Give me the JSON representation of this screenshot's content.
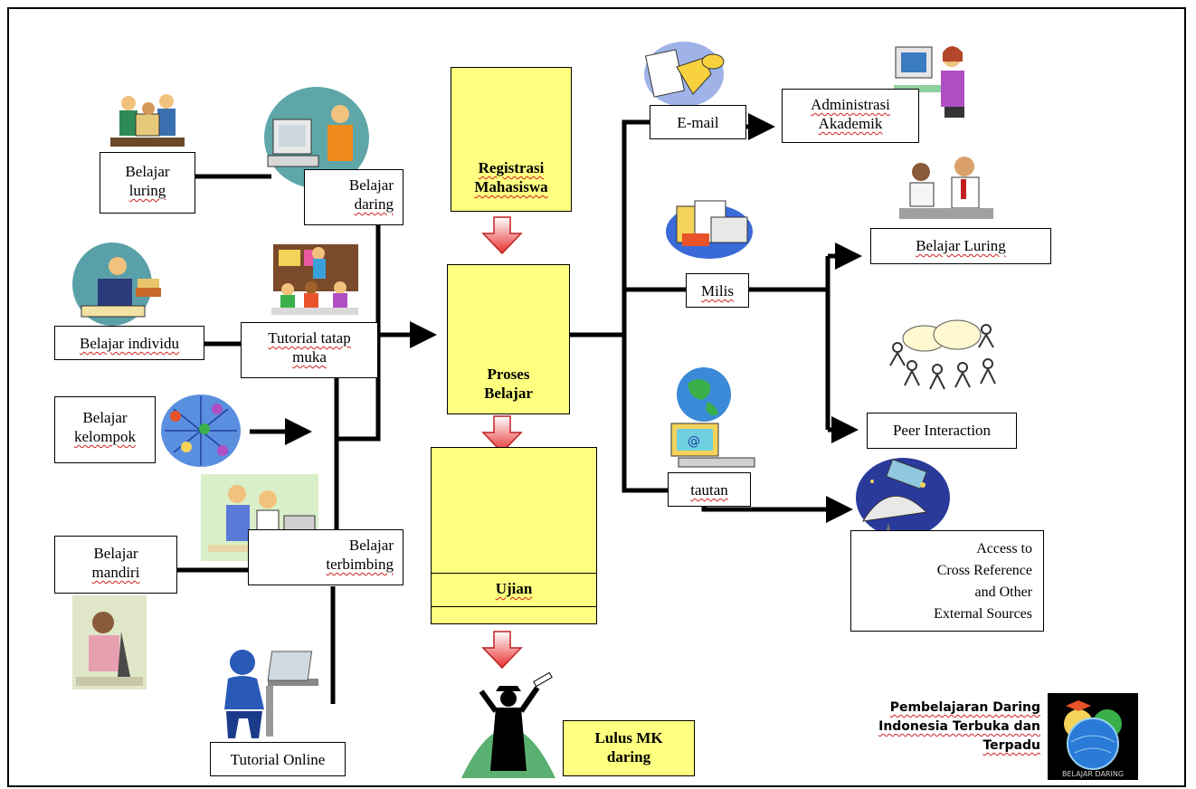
{
  "nodes": {
    "belajar_luring_left": {
      "line1": "Belajar",
      "line2": "luring"
    },
    "belajar_daring": {
      "line1": "Belajar",
      "line2": "daring"
    },
    "belajar_individu": {
      "label": "Belajar  individu"
    },
    "tutorial_tatap_muka": {
      "line1": "Tutorial tatap",
      "line2": "muka"
    },
    "belajar_kelompok": {
      "line1": "Belajar",
      "line2": "kelompok"
    },
    "belajar_mandiri": {
      "line1": "Belajar",
      "line2": "mandiri"
    },
    "belajar_terbimbing": {
      "line1": "Belajar",
      "line2": "terbimbing"
    },
    "tutorial_online": {
      "label": "Tutorial Online"
    },
    "registrasi": {
      "line1": "Registrasi",
      "line2": "Mahasiswa"
    },
    "proses_belajar": {
      "line1": "Proses",
      "line2": "Belajar"
    },
    "ujian": {
      "label": "Ujian"
    },
    "lulus": {
      "line1": "Lulus MK",
      "line2": "daring"
    },
    "email": {
      "label": "E-mail"
    },
    "administrasi": {
      "line1": "Administrasi",
      "line2": "Akademik"
    },
    "milis": {
      "label": "Milis"
    },
    "belajar_luring_right": {
      "label": "Belajar  Luring"
    },
    "peer_interaction": {
      "label": "Peer Interaction"
    },
    "tautan": {
      "label": "tautan"
    },
    "access": {
      "line1": "Access to",
      "line2": "Cross Reference",
      "line3": "and Other",
      "line4": "External Sources"
    }
  },
  "branding": {
    "line1": "Pembelajaran Daring",
    "line2": "Indonesia Terbuka dan",
    "line3": "Terpadu",
    "logo_text": "BELAJAR DARING"
  },
  "colors": {
    "highlight_box": "#ffff80",
    "down_arrow": "#e83030",
    "connector": "#000000"
  }
}
